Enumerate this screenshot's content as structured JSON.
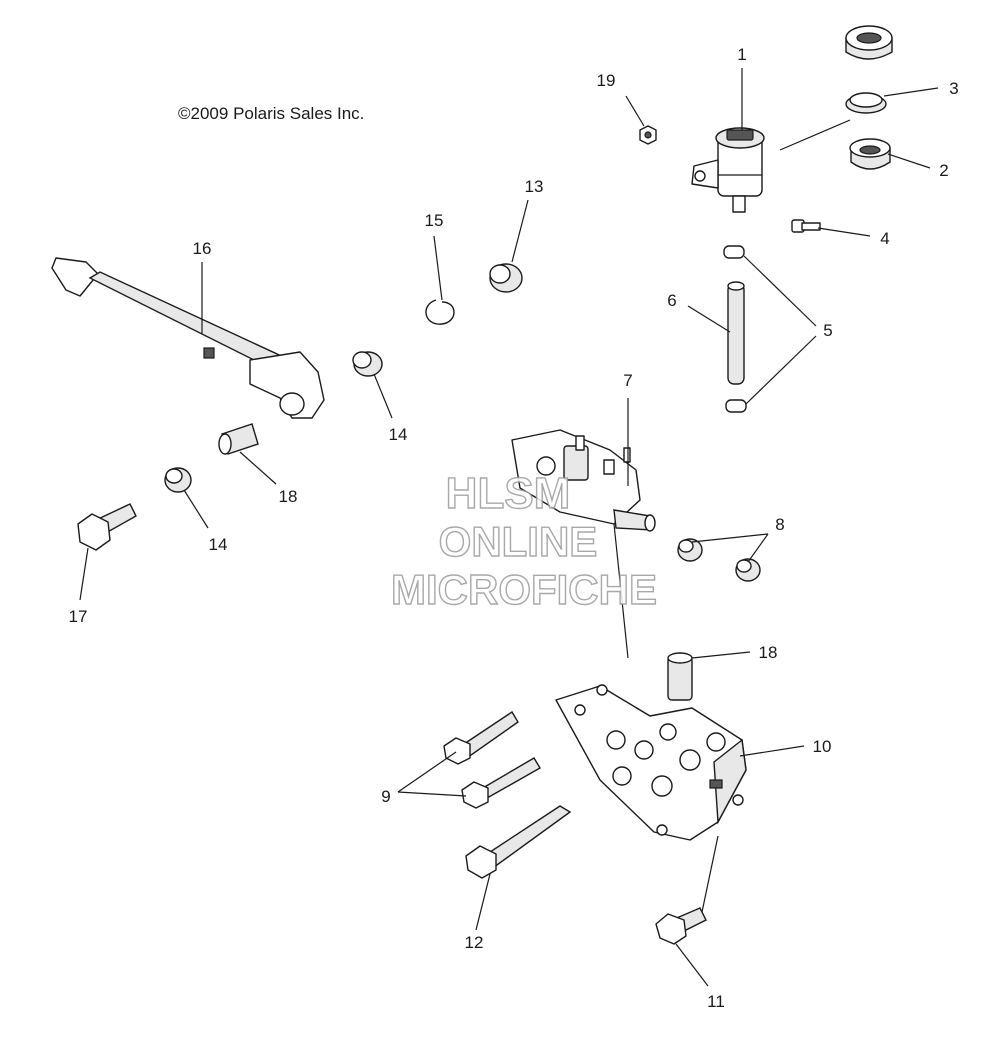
{
  "copyright": "©2009 Polaris Sales Inc.",
  "watermark": {
    "line1": "HLSM",
    "line2": "ONLINE",
    "line3": "MICROFICHE"
  },
  "callouts": {
    "c1": "1",
    "c2": "2",
    "c3": "3",
    "c4": "4",
    "c5": "5",
    "c6": "6",
    "c7": "7",
    "c8": "8",
    "c9": "9",
    "c10": "10",
    "c11": "11",
    "c12": "12",
    "c13": "13",
    "c14a": "14",
    "c14b": "14",
    "c15": "15",
    "c16": "16",
    "c17": "17",
    "c18a": "18",
    "c18b": "18",
    "c19": "19"
  }
}
